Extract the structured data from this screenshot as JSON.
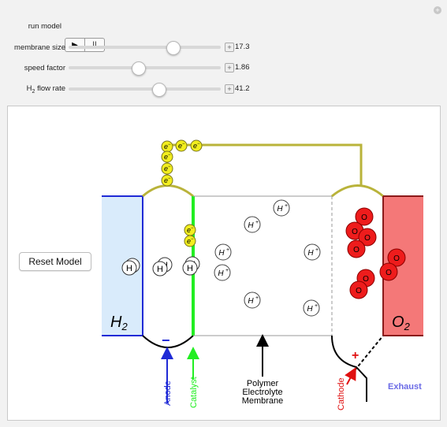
{
  "controls": {
    "run_model_label": "run model",
    "play_icon": "play-icon",
    "pause_icon": "pause-icon",
    "membrane_size_label": "membrane size",
    "membrane_size_value": "17.3",
    "membrane_size_fraction": 0.7,
    "speed_factor_label": "speed factor",
    "speed_factor_value": "1.86",
    "speed_factor_fraction": 0.45,
    "h2_flow_label_prefix": "H",
    "h2_flow_label_sub": "2",
    "h2_flow_label_suffix": " flow rate",
    "h2_flow_value": "41.2",
    "h2_flow_fraction": 0.6
  },
  "reset_label": "Reset Model",
  "diagram": {
    "h2_label": "H",
    "h2_sub": "2",
    "o2_label": "O",
    "o2_sub": "2",
    "anode_label": "Anode",
    "catalyst_label": "Catalyst",
    "membrane_label_1": "Polymer",
    "membrane_label_2": "Electrolyte",
    "membrane_label_3": "Membrane",
    "cathode_label": "Cathode",
    "exhaust_label": "Exhaust",
    "minus_sign": "−",
    "plus_sign": "+",
    "electron_symbol": "e",
    "electron_sup": "−",
    "hydrogen_symbol": "H",
    "proton_symbol": "H",
    "proton_sup": "+",
    "oxygen_symbol": "O",
    "colors": {
      "h2_fill": "#d9ebfb",
      "o2_fill": "#f47878",
      "anode": "#1f2ad6",
      "catalyst": "#22ee22",
      "cathode": "#e01010",
      "wire": "#b9b33a",
      "electron": "#f2ee1e",
      "oxygen": "#ee1c1c",
      "exhaust": "#6a6ae6"
    }
  }
}
